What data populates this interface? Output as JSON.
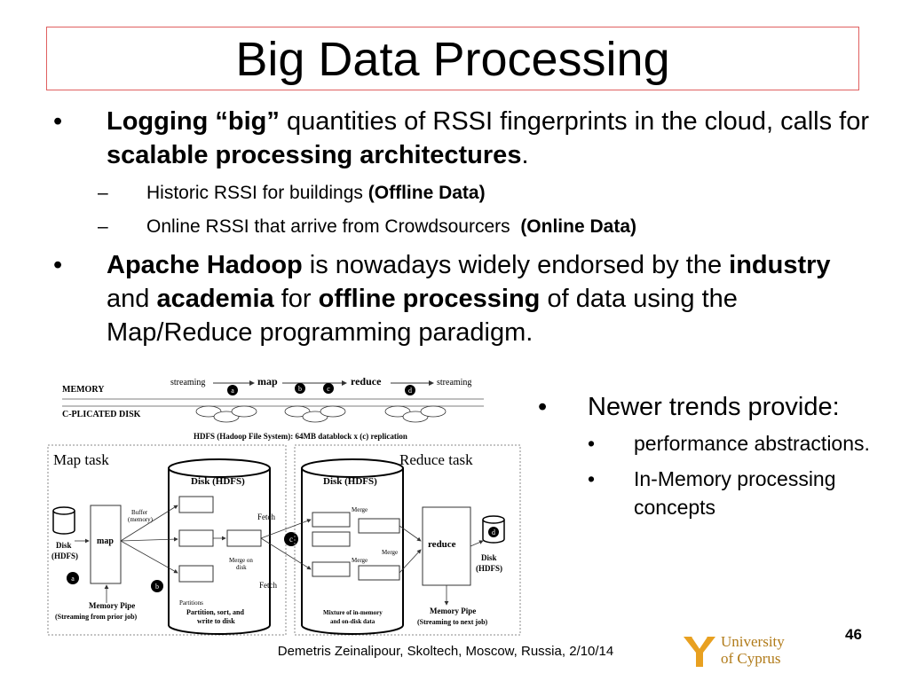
{
  "slide": {
    "title": "Big Data Processing",
    "page_number": "46",
    "footer": "Demetris Zeinalipour, Skoltech, Moscow, Russia, 2/10/14"
  },
  "bullets": {
    "b1": {
      "mark": "•",
      "bold1": "Logging “big”",
      "text1": " quantities of RSSI fingerprints in the cloud, calls for ",
      "bold2": "scalable processing architectures",
      "text2": "."
    },
    "sub1": {
      "mark": "–",
      "text": "Historic RSSI for buildings ",
      "bold": "(Offline Data)"
    },
    "sub2": {
      "mark": "–",
      "text": "Online RSSI that arrive from Crowdsourcers  ",
      "bold": "(Online Data)"
    },
    "b2": {
      "mark": "•",
      "bold1": "Apache Hadoop",
      "text1": " is nowadays widely endorsed by the ",
      "bold2": "industry",
      "text2": " and ",
      "bold3": "academia",
      "text3": " for ",
      "bold4": "offline processing",
      "text4": " of data using the Map/Reduce programming paradigm."
    }
  },
  "side": {
    "main": {
      "mark": "•",
      "text": "Newer trends provide:"
    },
    "items": [
      {
        "mark": "•",
        "text": "performance abstractions."
      },
      {
        "mark": "•",
        "text": "In-Memory processing concepts"
      }
    ]
  },
  "diagram": {
    "memory": "MEMORY",
    "disk_row": "C-PLICATED DISK",
    "streaming_in": "streaming",
    "map": "map",
    "reduce": "reduce",
    "streaming_out": "streaming",
    "step_a": "a",
    "step_b": "b",
    "step_c": "c",
    "step_d": "d",
    "hdfs_caption": "HDFS (Hadoop File System): 64MB datablock x (c) replication",
    "map_task": "Map task",
    "reduce_task": "Reduce task",
    "disk_hdfs_1": "Disk (HDFS)",
    "disk_hdfs_2": "Disk (HDFS)",
    "buffer": "Buffer",
    "buffer2": "(memory)",
    "map_box": "map",
    "disk_left1": "Disk",
    "disk_left2": "(HDFS)",
    "fetch1": "Fetch",
    "fetch2": "Fetch",
    "merge_on_disk1": "Merge on",
    "merge_on_disk2": "disk",
    "partitions": "Partitions",
    "psw1": "Partition, sort, and",
    "psw2": "write to disk",
    "merge1": "Merge",
    "merge2": "Merge",
    "merge3": "Merge",
    "reduce_box": "reduce",
    "disk_right1": "Disk",
    "disk_right2": "(HDFS)",
    "mix1": "Mixture of in-memory",
    "mix2": "and on-disk data",
    "mp_left1": "Memory Pipe",
    "mp_left2": "(Streaming from prior job)",
    "mp_right1": "Memory Pipe",
    "mp_right2": "(Streaming to next job)"
  },
  "logo": {
    "line1": "University",
    "line2": "of Cyprus"
  },
  "colors": {
    "title_border": "#e06060",
    "logo_gold": "#b07a18",
    "logo_orange": "#e8a020"
  }
}
